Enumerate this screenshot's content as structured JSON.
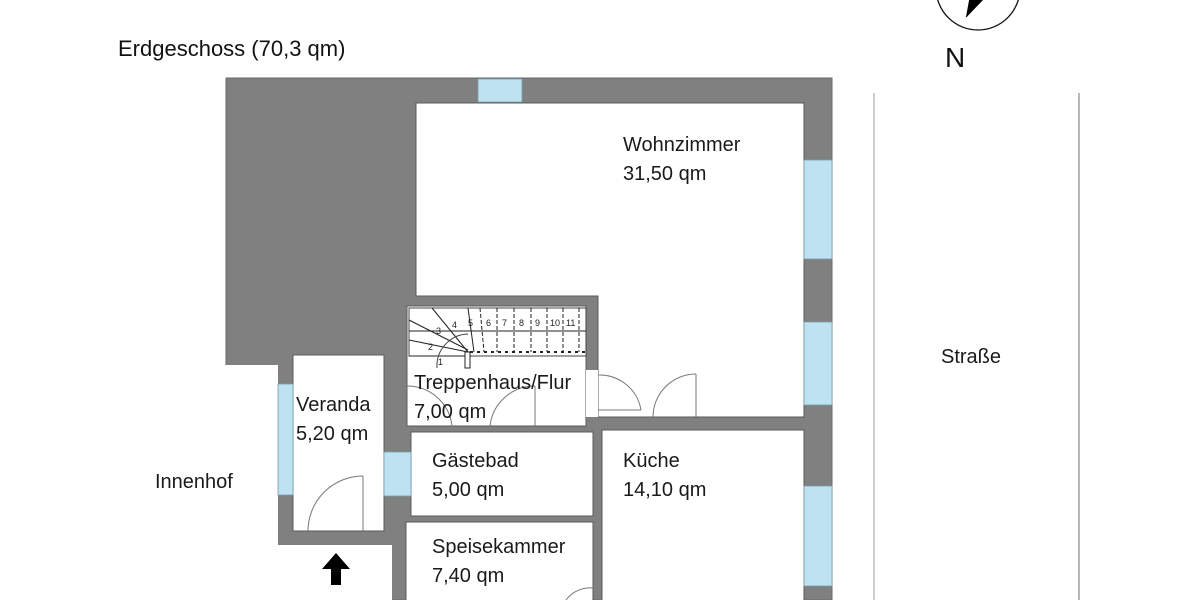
{
  "plan": {
    "title": "Erdgeschoss (70,3 qm)",
    "compass": {
      "label": "N",
      "icon": "compass-north-arrow-icon"
    },
    "colors": {
      "wall": "#808080",
      "wall_edge": "#666666",
      "window": "#bde3f3",
      "room": "#ffffff",
      "door_arc": "#777777"
    },
    "rooms": [
      {
        "id": "wohnzimmer",
        "name": "Wohnzimmer",
        "area": "31,50 qm"
      },
      {
        "id": "treppenhaus",
        "name": "Treppenhaus/Flur",
        "area": "7,00 qm"
      },
      {
        "id": "veranda",
        "name": "Veranda",
        "area": "5,20 qm"
      },
      {
        "id": "gaestebad",
        "name": "Gästebad",
        "area": "5,00 qm"
      },
      {
        "id": "kueche",
        "name": "Küche",
        "area": "14,10 qm"
      },
      {
        "id": "speisekammer",
        "name": "Speisekammer",
        "area": "7,40 qm"
      }
    ],
    "outside": {
      "innenhof": "Innenhof",
      "strasse": "Straße"
    },
    "stairs": {
      "steps": [
        "1",
        "2",
        "3",
        "4",
        "5",
        "6",
        "7",
        "8",
        "9",
        "10",
        "11"
      ]
    },
    "entrance": {
      "icon": "entrance-arrow-icon"
    }
  }
}
